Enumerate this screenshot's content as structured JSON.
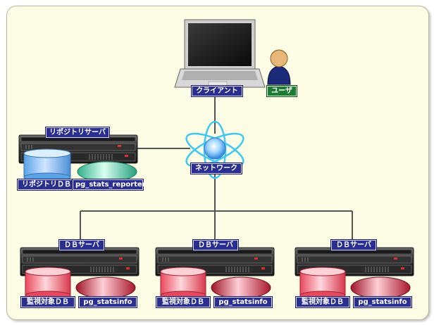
{
  "labels": {
    "client": "クライアント",
    "user": "ユーザ",
    "network": "ネットワーク",
    "repo_server": "リポジトリサーバ",
    "repo_db": "リポジトリＤＢ",
    "reporter": "pg_stats_reporter",
    "db_server": "ＤＢサーバ",
    "monitored_db": "監視対象ＤＢ",
    "statsinfo": "pg_statsinfo"
  },
  "colors": {
    "frame_bg": "#fdfde6",
    "label_bg": "#2a2f8f",
    "user_label_bg": "#1f7a34",
    "repo_db": "#8ec4f5",
    "reporter_db": "#7ee6c8",
    "monitored_db": "#f27a86",
    "statsinfo_db": "#c8283c",
    "link": "#555555"
  },
  "icons": [
    "laptop-icon",
    "user-icon",
    "network-globe-icon",
    "server-rack-icon",
    "database-cylinder-icon"
  ]
}
